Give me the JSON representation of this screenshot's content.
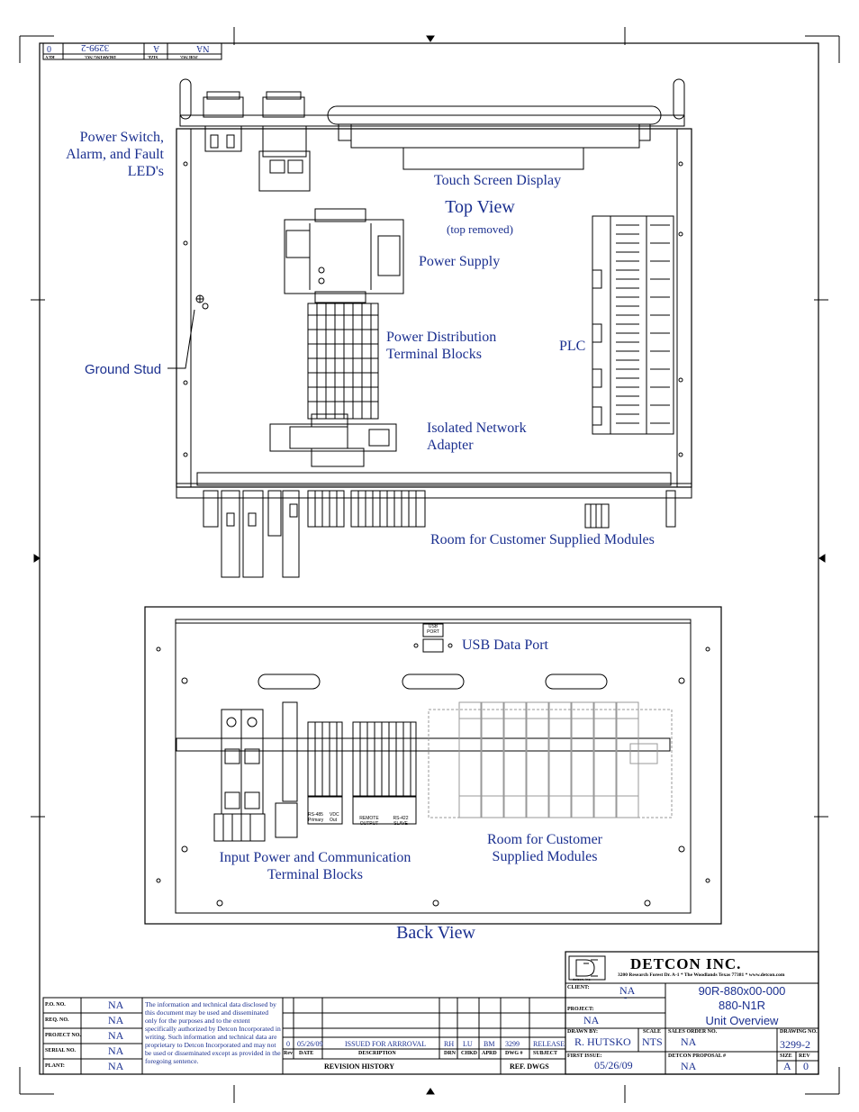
{
  "top_view": {
    "title": "Top View",
    "subtitle": "(top removed)",
    "labels": {
      "power_switch": [
        "Power Switch,",
        "Alarm, and Fault",
        "LED's"
      ],
      "touch_screen": "Touch Screen Display",
      "power_supply": "Power Supply",
      "power_distribution": [
        "Power Distribution",
        "Terminal Blocks"
      ],
      "plc": "PLC",
      "ground_stud": "Ground Stud",
      "isolated_network": [
        "Isolated Network",
        "Adapter"
      ],
      "room_customer": "Room for Customer Supplied Modules"
    }
  },
  "back_view": {
    "title": "Back View",
    "labels": {
      "usb_port": "USB Data Port",
      "usb_tag": [
        "USB",
        "PORT"
      ],
      "input_power": [
        "Input Power and Communication",
        "Terminal Blocks"
      ],
      "room_customer": [
        "Room for Customer",
        "Supplied Modules"
      ],
      "terminal_tags": [
        "RS-485 Primary",
        "VDC Out",
        "REMOTE OUTPUT",
        "RS-422 SLAVE"
      ]
    }
  },
  "corner_block": {
    "rev": "0",
    "drawing_no": "3299-2",
    "size": "A",
    "job_no": "NA",
    "labels": {
      "rev": "REV",
      "drawing_no": "DRAWING NO.",
      "size": "SIZE",
      "job_no": "JOB NO."
    }
  },
  "left_block": {
    "rows": [
      {
        "label": "P.O. NO.",
        "value": "NA"
      },
      {
        "label": "REQ. NO.",
        "value": "NA"
      },
      {
        "label": "PROJECT NO.",
        "value": "NA"
      },
      {
        "label": "SERIAL NO.",
        "value": "NA"
      },
      {
        "label": "PLANT:",
        "value": "NA"
      }
    ],
    "disclaimer": "The information and technical data disclosed by this document may be used and disseminated only for the purposes and to the extent specifically authorized by Detcon Incorporated in writing. Such information and technical data are proprietary to Detcon Incorporated and may not be used or disseminated except as provided in the foregoing sentence."
  },
  "revision": {
    "row": {
      "rev": "0",
      "date": "05/26/09",
      "description": "ISSUED FOR ARRROVAL",
      "drn": "RH",
      "chkd": "LU",
      "aprd": "BM",
      "dwg": "3299",
      "subject": "RELEASE"
    },
    "headers": {
      "rev": "Rev",
      "date": "DATE",
      "description": "DESCRIPTION",
      "drn": "DRN",
      "chkd": "CHKD",
      "aprd": "APRD",
      "dwg": "DWG #",
      "subject": "SUBJECT"
    },
    "footer": "REVISION HISTORY",
    "ref": "REF. DWGS"
  },
  "title_block": {
    "company": "DETCON INC.",
    "logo_caption": "detcon, inc.",
    "address": "3200 Research Forest Dr. A-1 * The Woodlands Texas 77381 * www.detcon.com",
    "client_label": "CLIENT:",
    "client": "NA",
    "client_extra": "-",
    "project_label": "PROJECT:",
    "project": "NA",
    "title_lines": [
      "90R-880x00-000",
      "880-N1R",
      "Unit Overview"
    ],
    "drawn_by_label": "DRAWN BY:",
    "drawn_by": "R. HUTSKO",
    "scale_label": "SCALE",
    "scale": "NTS",
    "sales_order_label": "SALES ORDER NO.",
    "sales_order": "NA",
    "drawing_no_label": "DRAWING NO.",
    "drawing_no": "3299-2",
    "first_issue_label": "FIRST ISSUE:",
    "first_issue": "05/26/09",
    "proposal_label": "DETCON PROPOSAL #",
    "proposal": "NA",
    "size_label": "SIZE",
    "size": "A",
    "rev_label": "REV",
    "rev": "0"
  }
}
